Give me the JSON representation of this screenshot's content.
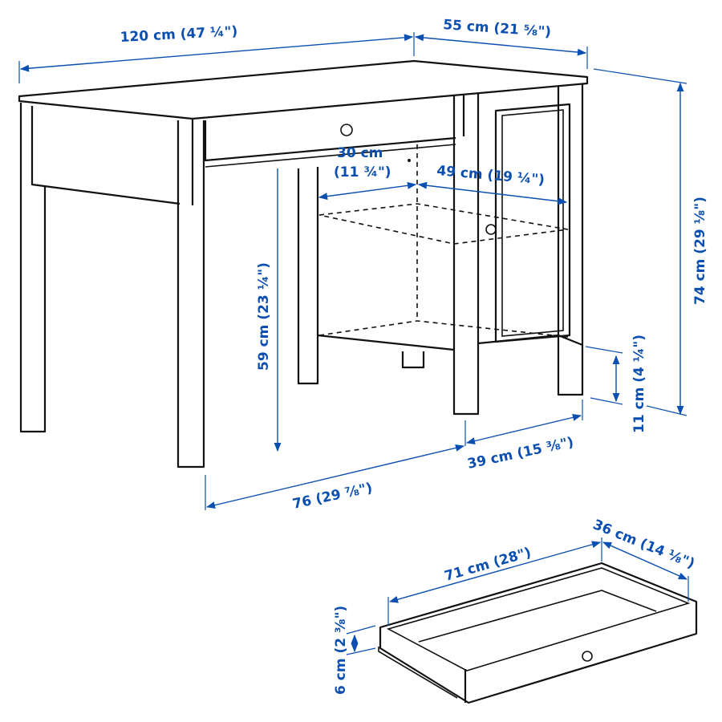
{
  "diagram": {
    "type": "product dimension drawing",
    "accent_color": "#0b4fb0",
    "line_color": "#111111",
    "desk": {
      "width_label": "120 cm (47 ¼\")",
      "depth_label": "55 cm (21 ⅝\")",
      "height_label": "74 cm (29 ⅛\")",
      "shelf_depth_label_line1": "30 cm",
      "shelf_depth_label_line2": "(11 ¾\")",
      "shelf_width_label": "49 cm (19 ¼\")",
      "knee_height_label": "59 cm (23 ¼\")",
      "bottom_clearance_label": "11 cm (4 ¼\")",
      "knee_width_label": "76 (29 ⅞\")",
      "cabinet_width_label": "39 cm (15 ⅜\")"
    },
    "drawer": {
      "length_label": "71 cm (28\")",
      "depth_label": "36 cm (14 ⅛\")",
      "height_label": "6 cm (2 ⅜\")"
    }
  }
}
